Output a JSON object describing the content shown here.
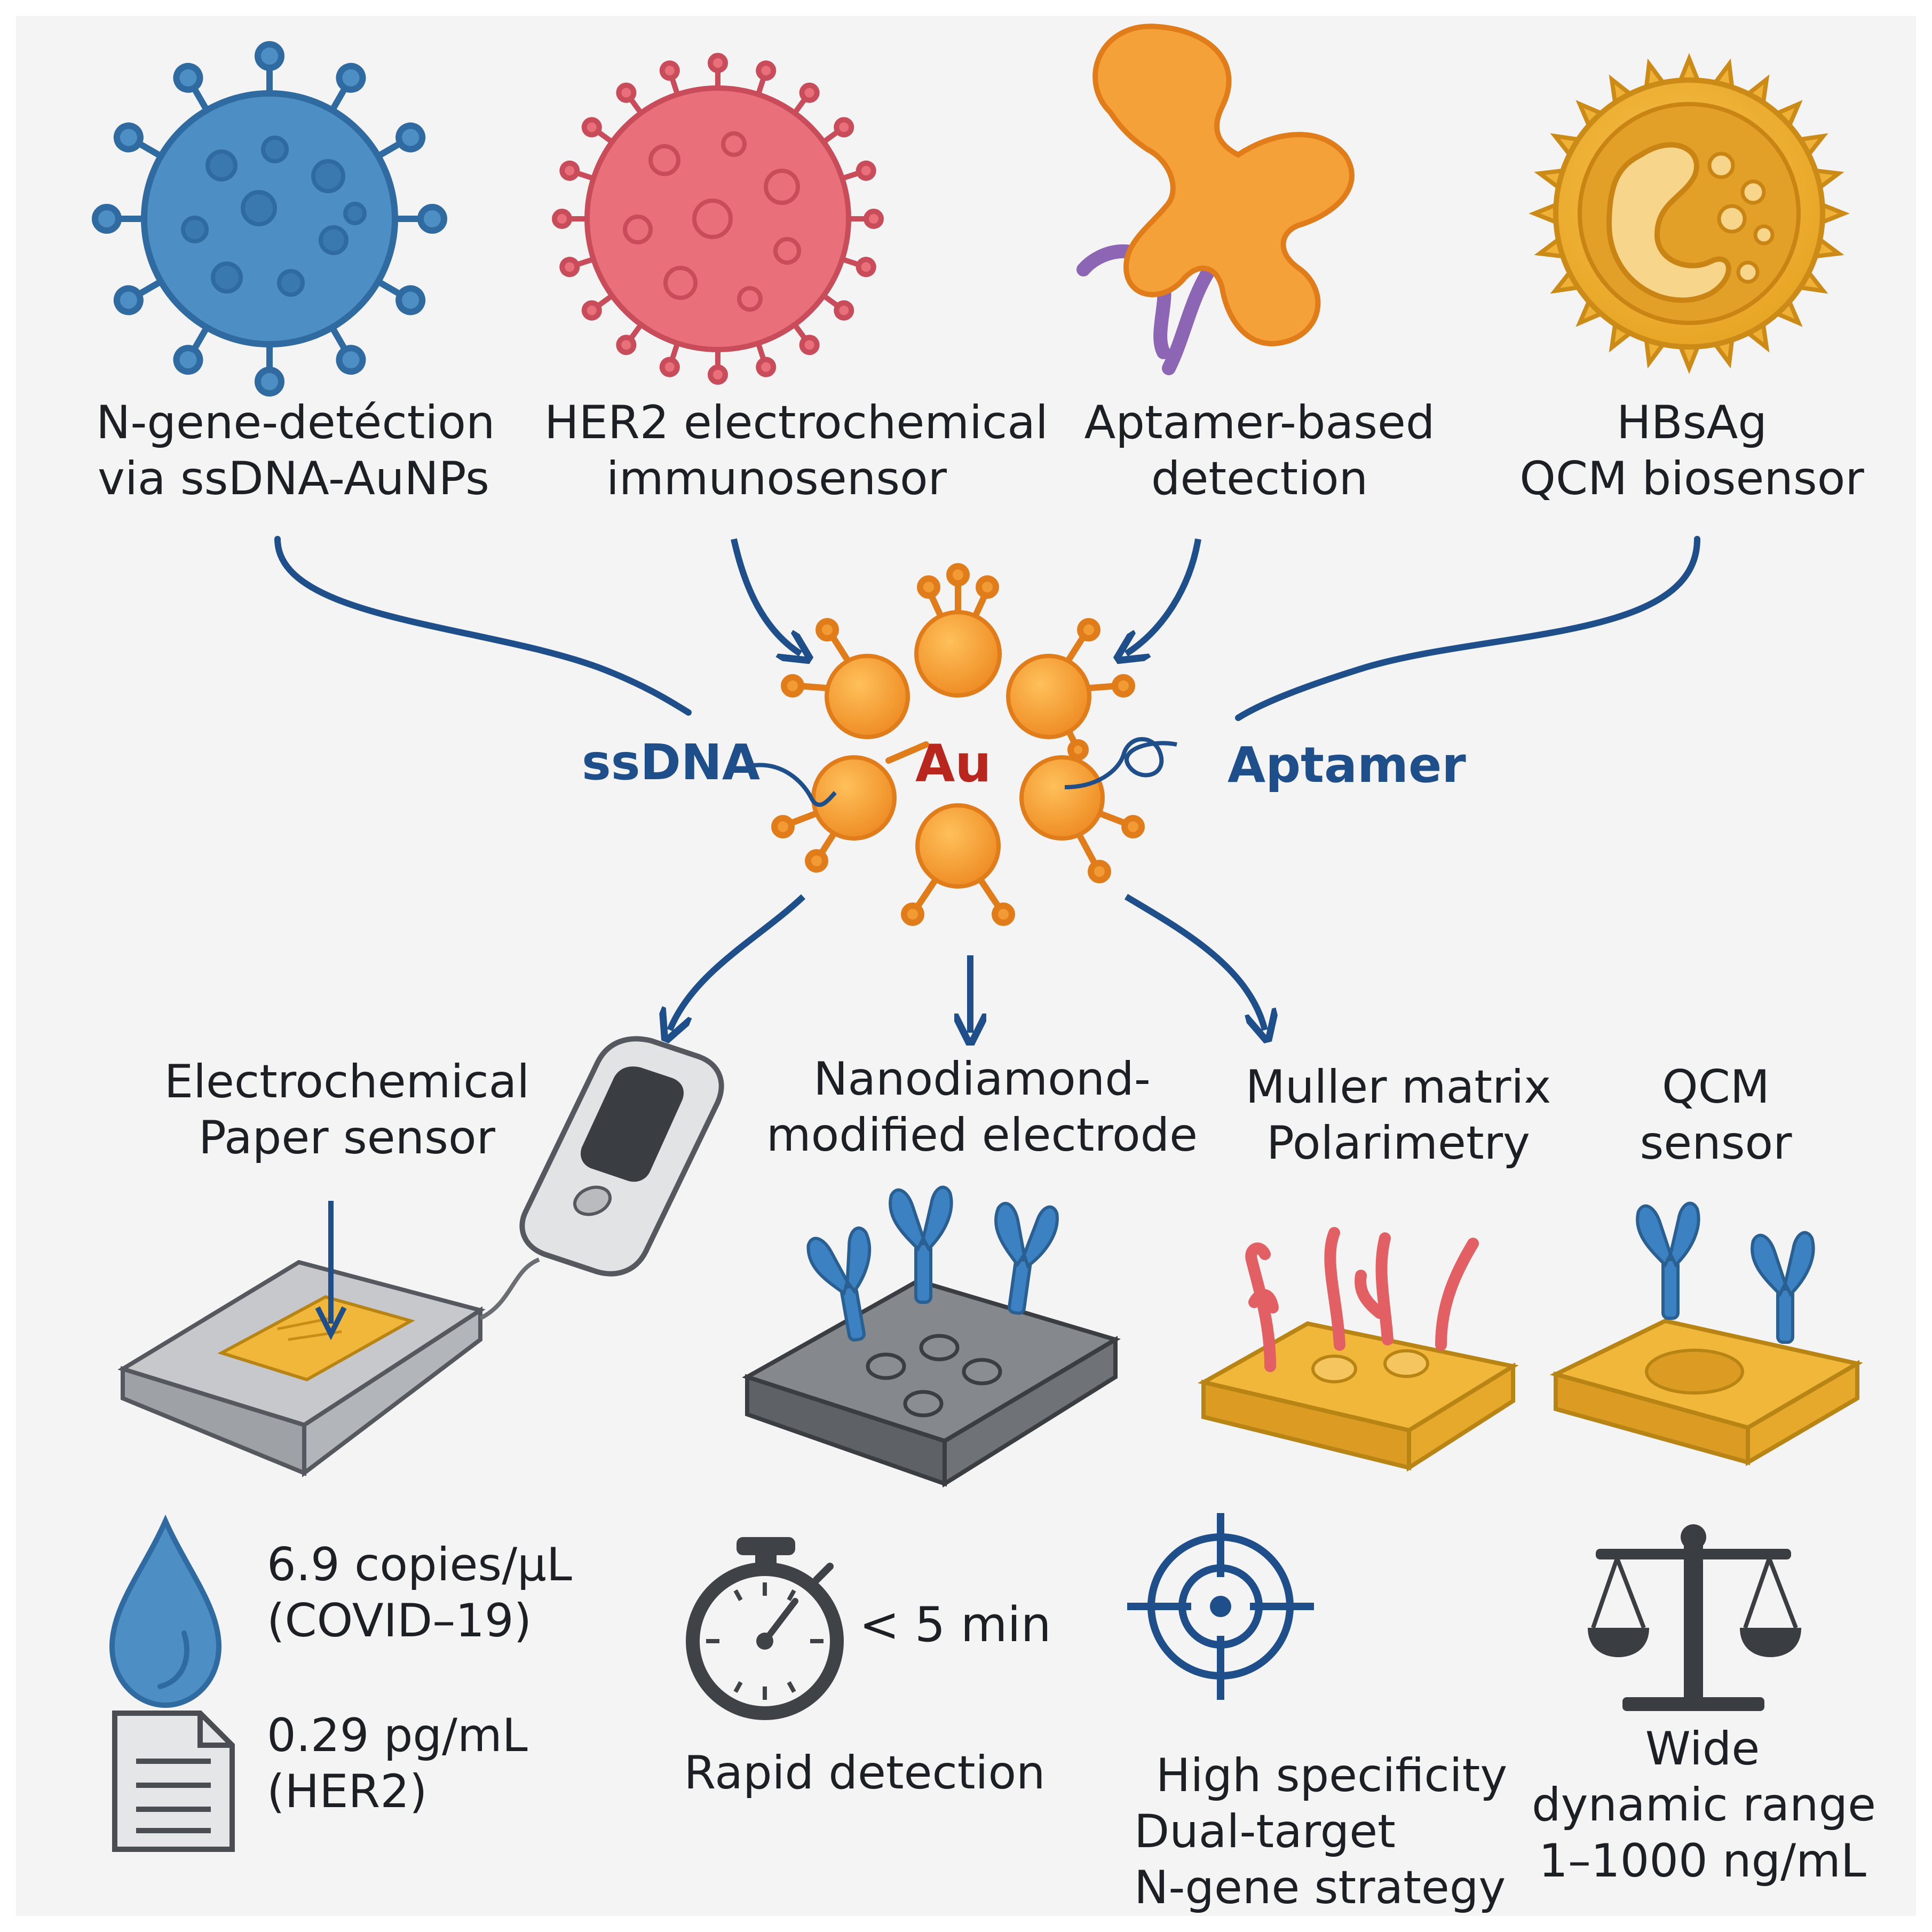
{
  "colors": {
    "background": "#f4f4f5",
    "navy": "#1f4f8a",
    "virus_blue": "#4d8fc4",
    "virus_pink": "#e96f7b",
    "aptamer_orange": "#f5a13a",
    "gold": "#efb136",
    "au_orange": "#f29a33",
    "gray_slab": "#9ea1a6",
    "antibody_blue": "#3c82c3",
    "antibody_red": "#e26063"
  },
  "pathogens": [
    {
      "line1": "N-gene-detéction",
      "line2": "via ssDNA-AuNPs",
      "icon": "blue-virus-icon"
    },
    {
      "line1": "HER2 electrochemical",
      "line2": "immunosensor",
      "icon": "pink-virus-icon"
    },
    {
      "line1": "Aptamer-based",
      "line2": "detection",
      "icon": "aptamer-molecule-icon"
    },
    {
      "line1": "HBsAg",
      "line2": "QCM biosensor",
      "icon": "hbsag-particle-icon"
    }
  ],
  "center": {
    "core_label": "Au",
    "left_tag": "ssDNA",
    "right_tag": "Aptamer"
  },
  "platforms": [
    {
      "line1": "Electrochemical",
      "line2": "Paper sensor",
      "icon": "paper-sensor-icon"
    },
    {
      "line1": "Nanodiamond-",
      "line2": "modified electrode",
      "icon": "nanodiamond-electrode-icon"
    },
    {
      "line1": "Muller matrix",
      "line2": "Polarimetry",
      "icon": "polarimetry-chip-icon"
    },
    {
      "line1": "QCM",
      "line2": "sensor",
      "icon": "qcm-sensor-icon"
    }
  ],
  "metrics": {
    "covid": {
      "line1": "6.9 copies/µL",
      "line2": "(COVID–19)"
    },
    "her2": {
      "line1": "0.29 pg/mL",
      "line2": "(HER2)"
    },
    "speed": {
      "value": "< 5 min",
      "caption": "Rapid detection"
    },
    "specificity": {
      "line1": "High specificity",
      "line2": "Dual-target",
      "line3": "N-gene strategy"
    },
    "range": {
      "line1": "Wide",
      "line2": "dynamic range",
      "line3": "1–1000 ng/mL"
    }
  }
}
